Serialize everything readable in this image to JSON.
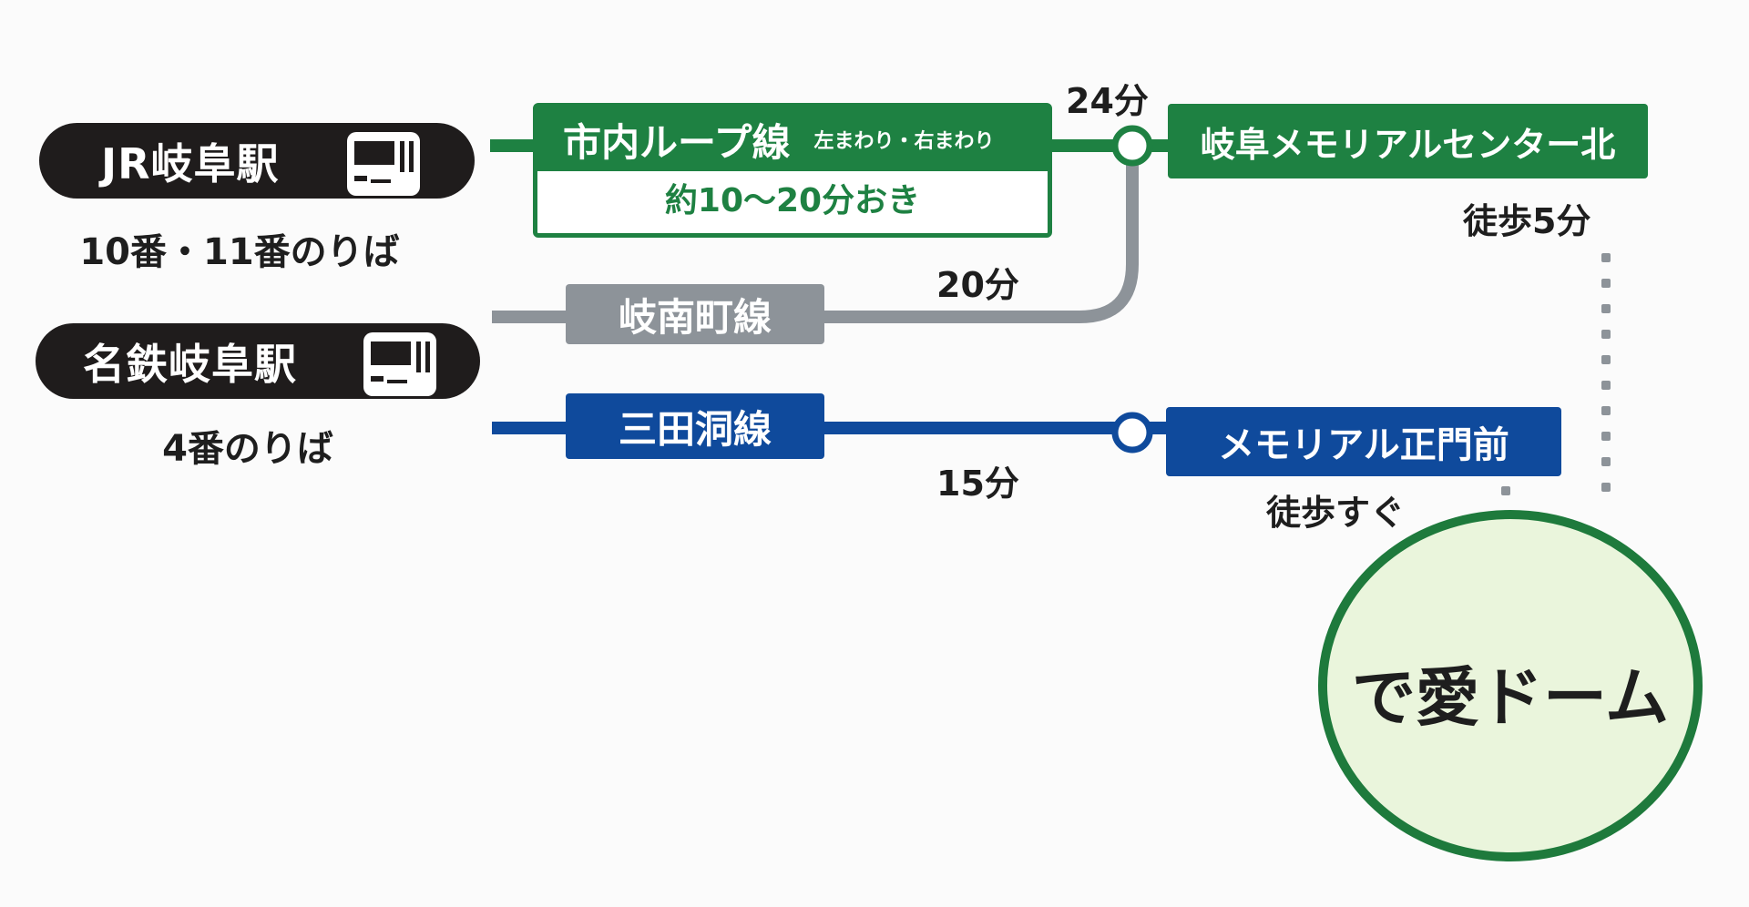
{
  "stations": [
    {
      "name": "JR岐阜駅",
      "platform": "10番・11番のりば",
      "icon": "bus-icon"
    },
    {
      "name": "名鉄岐阜駅",
      "platform": "4番のりば",
      "icon": "bus-icon"
    }
  ],
  "lines": [
    {
      "name": "市内ループ線",
      "direction": "左まわり・右まわり",
      "frequency": "約10〜20分おき",
      "time": "24分",
      "color": "#1e8142"
    },
    {
      "name": "岐南町線",
      "time": "20分",
      "color": "#8d9399"
    },
    {
      "name": "三田洞線",
      "time": "15分",
      "color": "#0f4a9c"
    }
  ],
  "stops": [
    {
      "name": "岐阜メモリアルセンター北",
      "walk": "徒歩5分",
      "color": "#1e8142"
    },
    {
      "name": "メモリアル正門前",
      "walk": "徒歩すぐ",
      "color": "#0f4a9c"
    }
  ],
  "destination": {
    "name": "で愛ドーム",
    "fill": "#eaf5dc",
    "border": "#1e7a3c"
  }
}
